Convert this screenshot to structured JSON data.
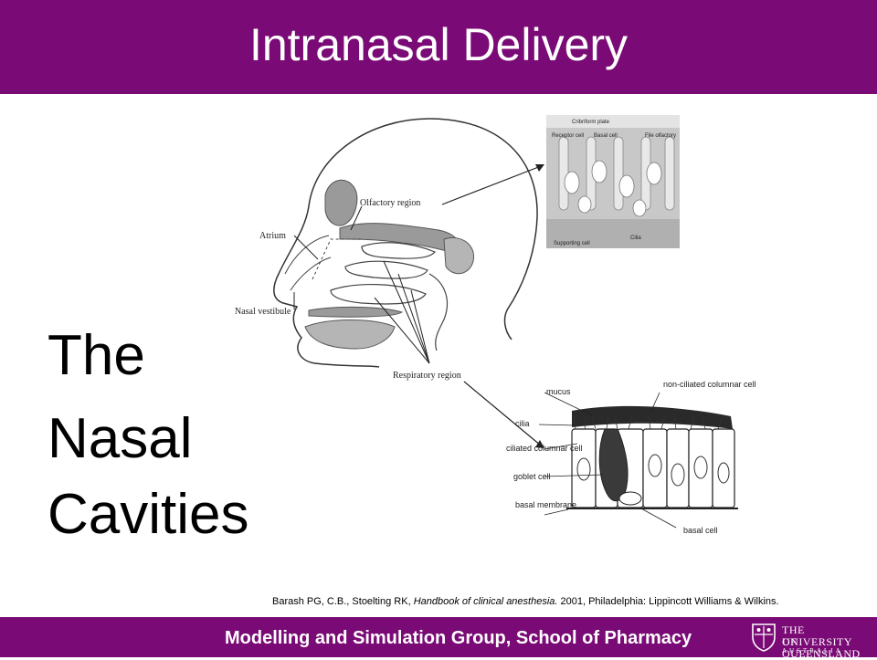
{
  "header": {
    "title": "Intranasal Delivery"
  },
  "main": {
    "heading_lines": [
      "The",
      "Nasal",
      "Cavities"
    ],
    "citation": {
      "part1": "Barash PG, C.B., Stoelting RK, ",
      "italic": "Handbook of clinical anesthesia.",
      "part2": " 2001, Philadelphia: Lippincott Williams & Wilkins."
    }
  },
  "diagram": {
    "labels": {
      "olfactory": "Olfactory region",
      "atrium": "Atrium",
      "vestibule": "Nasal vestibule",
      "respiratory": "Respiratory region"
    },
    "olfactory_inset": {
      "plate": "Cribriform plate",
      "receptor": "Receptor cell",
      "basal": "Basal cell",
      "file": "File olfactory",
      "supporting": "Supporting cell",
      "cilia": "Cilia"
    },
    "respiratory_inset": {
      "mucus": "mucus",
      "nonciliated": "non-ciliated columnar cell",
      "cilia": "cilia",
      "ciliated": "ciliated columnar cell",
      "goblet": "goblet cell",
      "basal_membrane": "basal membrane",
      "basal_cell": "basal cell"
    }
  },
  "footer": {
    "group": "Modelling and Simulation Group, School of Pharmacy",
    "university_line1": "THE UNIVERSITY",
    "university_line2": "OF QUEENSLAND",
    "university_line3": "AUSTRALIA"
  },
  "colors": {
    "brand_purple": "#7a0a75",
    "text": "#000000",
    "background": "#ffffff"
  }
}
